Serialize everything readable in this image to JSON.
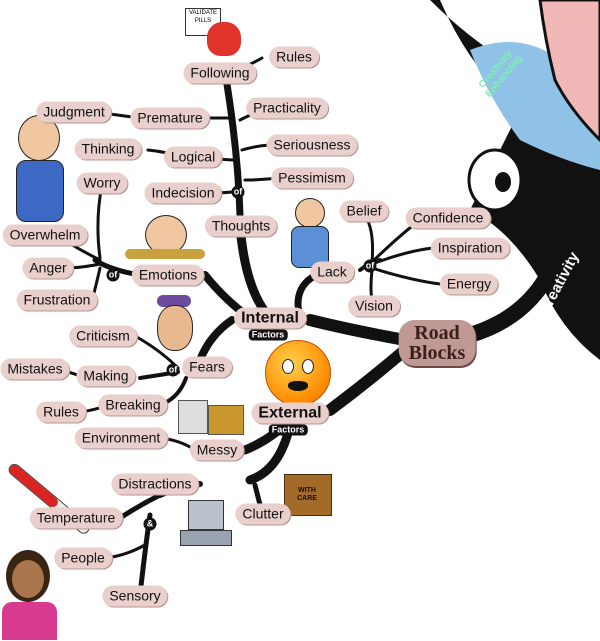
{
  "hub": {
    "line1": "Road",
    "line2": "Blocks"
  },
  "arcs": {
    "creativity": "Creativity",
    "enhancing": "Creativity Enhancing"
  },
  "internal": {
    "label": "Internal",
    "sub": "Factors"
  },
  "external": {
    "label": "External",
    "sub": "Factors"
  },
  "thoughts": {
    "label": "Thoughts",
    "connector": "of",
    "following": "Following",
    "rules": "Rules",
    "practicality": "Practicality",
    "seriousness": "Seriousness",
    "pessimism": "Pessimism",
    "indecision": "Indecision",
    "logical": "Logical",
    "thinking": "Thinking",
    "premature": "Premature",
    "judgment": "Judgment"
  },
  "emotions": {
    "label": "Emotions",
    "connector": "of",
    "worry": "Worry",
    "overwhelm": "Overwhelm",
    "anger": "Anger",
    "frustration": "Frustration"
  },
  "fears": {
    "label": "Fears",
    "connector": "of",
    "criticism": "Criticism",
    "making": "Making",
    "mistakes": "Mistakes",
    "breaking": "Breaking",
    "rules": "Rules"
  },
  "lack": {
    "label": "Lack",
    "connector": "of",
    "belief": "Belief",
    "confidence": "Confidence",
    "inspiration": "Inspiration",
    "energy": "Energy",
    "vision": "Vision"
  },
  "external_items": {
    "messy": "Messy",
    "environment": "Environment",
    "distractions": "Distractions",
    "clutter": "Clutter",
    "temperature": "Temperature",
    "connector": "&",
    "people": "People",
    "sensory": "Sensory"
  },
  "signs": {
    "sign": "VALIDATE PILLS",
    "box": "WITH CARE"
  },
  "colors": {
    "branch": "#111111",
    "node": "#ead0cd",
    "hub": "#c09994",
    "arc_text": "#ffffff"
  }
}
